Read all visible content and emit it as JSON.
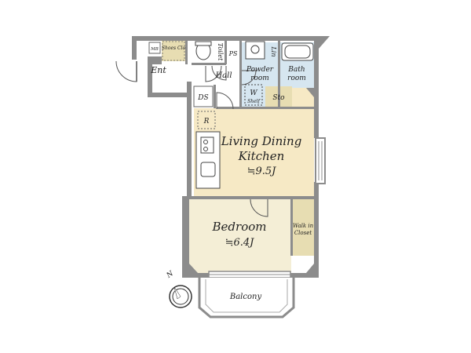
{
  "rooms": {
    "ldk_line1": "Living Dining",
    "ldk_line2": "Kitchen",
    "ldk_area": "≒9.5J",
    "bedroom": "Bedroom",
    "bedroom_area": "≒6.4J",
    "walk_in_line1": "Walk in",
    "walk_in_line2": "Closet",
    "balcony": "Balcony",
    "entrance": "Ent",
    "hall": "Hall",
    "powder_line1": "Powder",
    "powder_line2": "room",
    "bath_line1": "Bath",
    "bath_line2": "room",
    "toilet": "Toilet",
    "ps": "PS",
    "mb": "MB",
    "shoes_closet": "Shoes Clo",
    "laundry": "W",
    "shelf": "Shelf",
    "lin": "Lin",
    "storage": "Sto",
    "ds": "DS",
    "refrigerator": "R"
  },
  "compass": {
    "north": "N"
  },
  "colors": {
    "wall": "#8c8c8c",
    "ldk_floor": "#f6e9c5",
    "bedroom_floor": "#f4eed6",
    "closet_floor": "#e7ddb2",
    "wet_area": "#d6e6f0",
    "hall_floor": "#ffffff"
  }
}
